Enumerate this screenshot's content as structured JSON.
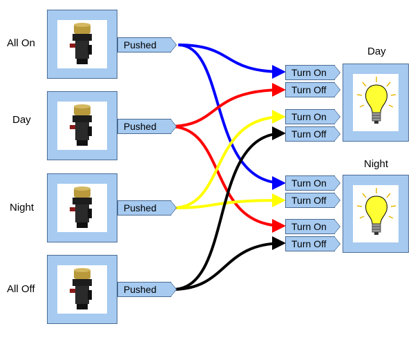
{
  "inputs": [
    {
      "label": "All On",
      "port": "Pushed"
    },
    {
      "label": "Day",
      "port": "Pushed"
    },
    {
      "label": "Night",
      "port": "Pushed"
    },
    {
      "label": "All Off",
      "port": "Pushed"
    }
  ],
  "outputs": [
    {
      "label": "Day",
      "ports": [
        "Turn On",
        "Turn Off",
        "Turn On",
        "Turn Off"
      ]
    },
    {
      "label": "Night",
      "ports": [
        "Turn On",
        "Turn Off",
        "Turn On",
        "Turn Off"
      ]
    }
  ],
  "colors": {
    "blue": "#0000ff",
    "red": "#ff0000",
    "yellow": "#ffff00",
    "black": "#000000",
    "box_fill": "#a6caf0",
    "box_border": "#4a6a93"
  },
  "icons": {
    "button": "push-button-icon",
    "bulb": "light-bulb-icon"
  }
}
